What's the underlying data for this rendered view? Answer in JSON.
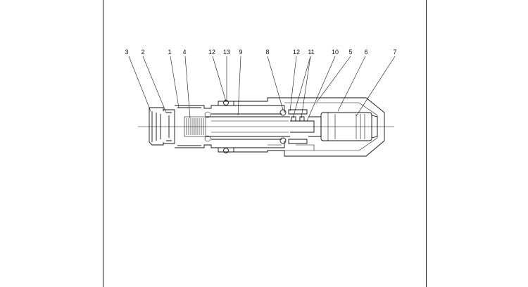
{
  "callouts": [
    {
      "label": "3"
    },
    {
      "label": "2"
    },
    {
      "label": "1"
    },
    {
      "label": "4"
    },
    {
      "label": "12"
    },
    {
      "label": "13"
    },
    {
      "label": "9"
    },
    {
      "label": "8"
    },
    {
      "label": "12"
    },
    {
      "label": "11"
    },
    {
      "label": "10"
    },
    {
      "label": "5"
    },
    {
      "label": "6"
    },
    {
      "label": "7"
    }
  ]
}
